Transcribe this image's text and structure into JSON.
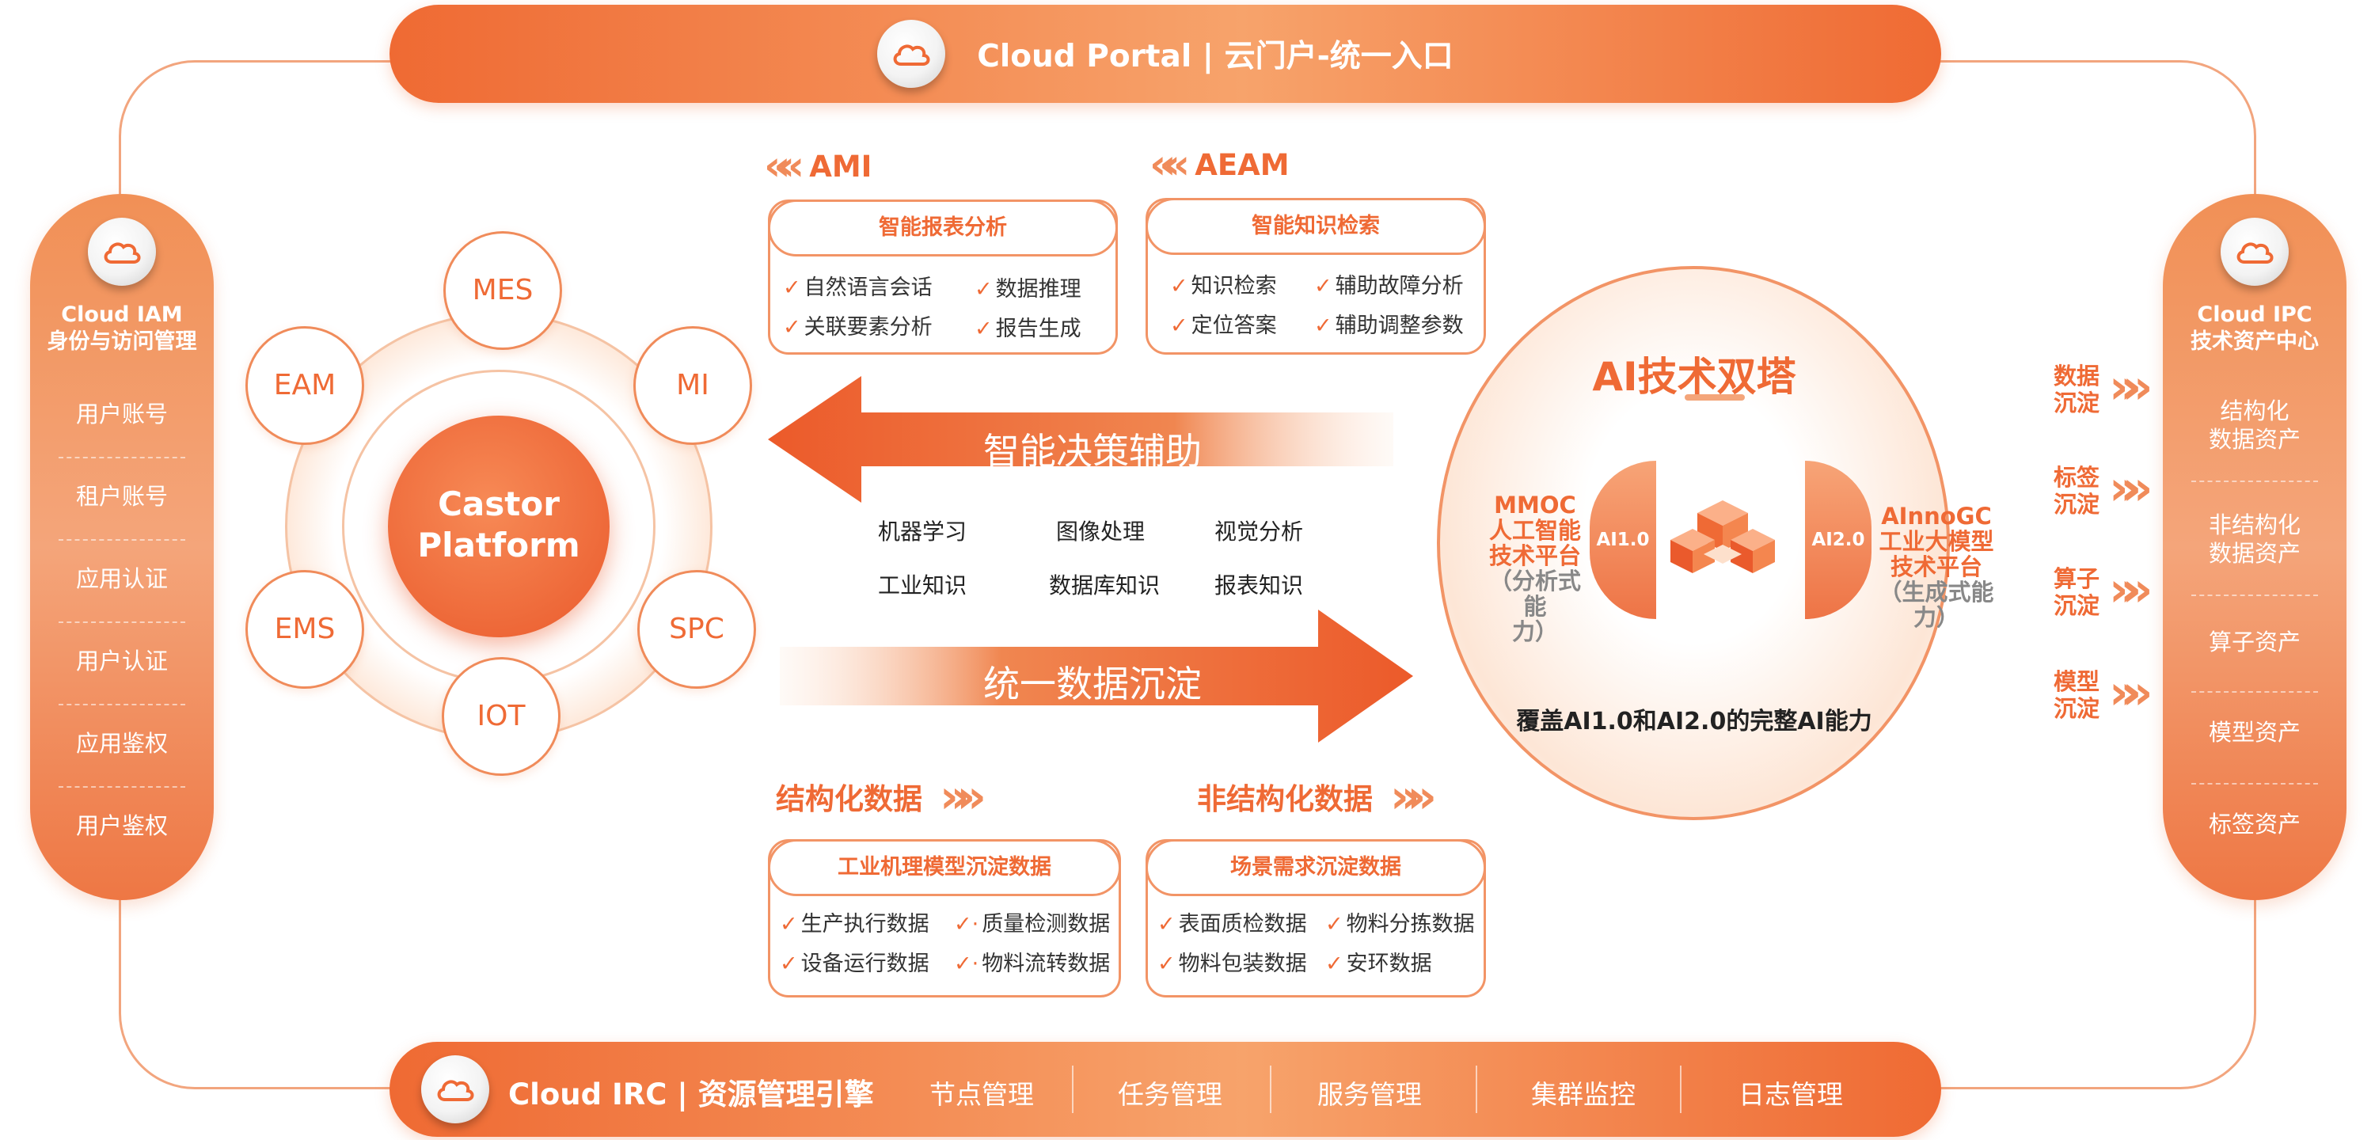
{
  "portal": {
    "title": "Cloud Portal | 云门户-统一入口"
  },
  "iam": {
    "title_en": "Cloud IAM",
    "title_cn": "身份与访问管理",
    "items": [
      "用户账号",
      "租户账号",
      "应用认证",
      "用户认证",
      "应用鉴权",
      "用户鉴权"
    ]
  },
  "ipc": {
    "title_en": "Cloud IPC",
    "title_cn": "技术资产中心",
    "items": [
      "结构化\n数据资产",
      "非结构化\n数据资产",
      "算子资产",
      "模型资产",
      "标签资产"
    ],
    "flows": [
      "数据\n沉淀",
      "标签\n沉淀",
      "算子\n沉淀",
      "模型\n沉淀"
    ]
  },
  "castor": {
    "core": "Castor\nPlatform",
    "nodes": {
      "mes": "MES",
      "mi": "MI",
      "spc": "SPC",
      "iot": "IOT",
      "ems": "EMS",
      "eam": "EAM"
    }
  },
  "ami": {
    "title": "AMI",
    "card_title": "智能报表分析",
    "items": [
      "自然语言会话",
      "数据推理",
      "关联要素分析",
      "报告生成"
    ]
  },
  "aeam": {
    "title": "AEAM",
    "card_title": "智能知识检索",
    "items": [
      "知识检索",
      "辅助故障分析",
      "定位答案",
      "辅助调整参数"
    ]
  },
  "decision_arrow": "智能决策辅助",
  "data_arrow": "统一数据沉淀",
  "tech": [
    "机器学习",
    "图像处理",
    "视觉分析",
    "工业知识",
    "数据库知识",
    "报表知识"
  ],
  "structured": {
    "title": "结构化数据",
    "card_title": "工业机理模型沉淀数据",
    "items": [
      "生产执行数据",
      "质量检测数据",
      "设备运行数据",
      "物料流转数据"
    ]
  },
  "unstructured": {
    "title": "非结构化数据",
    "card_title": "场景需求沉淀数据",
    "items": [
      "表面质检数据",
      "物料分拣数据",
      "物料包装数据",
      "安环数据"
    ]
  },
  "ai": {
    "title": "AI技术双塔",
    "left": {
      "badge": "AI1.0",
      "name": "MMOC\n人工智能\n技术平台",
      "sub": "（分析式能\n力）"
    },
    "right": {
      "badge": "AI2.0",
      "name": "AInnoGC\n工业大模型\n技术平台",
      "sub": "（生成式能\n力）"
    },
    "caption": "覆盖AI1.0和AI2.0的完整AI能力"
  },
  "irc": {
    "title": "Cloud IRC | 资源管理引擎",
    "items": [
      "节点管理",
      "任务管理",
      "服务管理",
      "集群监控",
      "日志管理"
    ]
  },
  "colors": {
    "accent": "#ef6a35",
    "light": "#f7a36b"
  }
}
